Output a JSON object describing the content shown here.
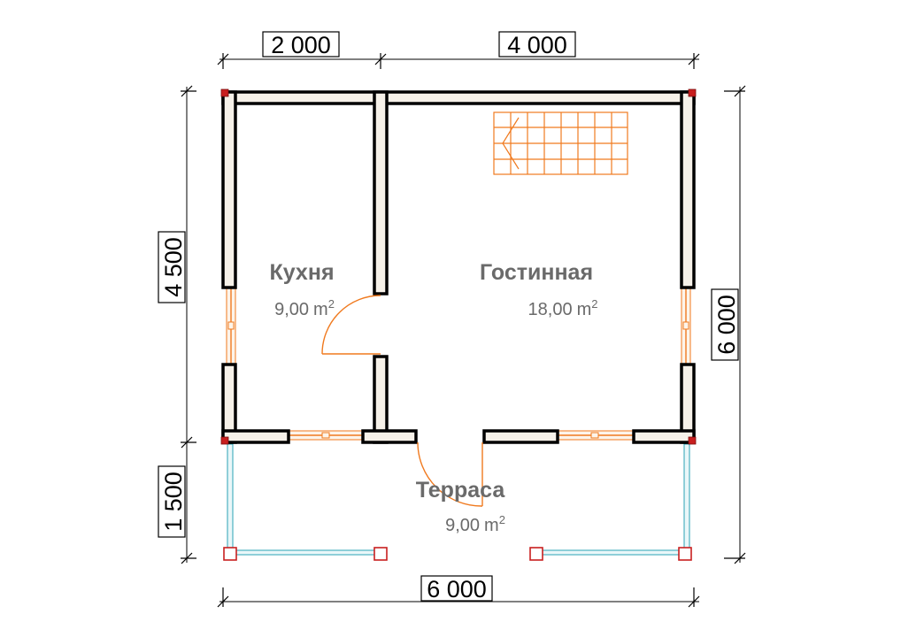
{
  "dimensions": {
    "top_left": "2 000",
    "top_right": "4 000",
    "bottom": "6 000",
    "left_upper": "4 500",
    "left_lower": "1 500",
    "right": "6 000"
  },
  "rooms": [
    {
      "name": "Кухня",
      "area": "9,00",
      "unit": "m",
      "sup": "2"
    },
    {
      "name": "Гостинная",
      "area": "18,00",
      "unit": "m",
      "sup": "2"
    },
    {
      "name": "Терраса",
      "area": "9,00",
      "unit": "m",
      "sup": "2"
    }
  ],
  "colors": {
    "wall_fill": "#f6f1e9",
    "door": "#f07a1f",
    "post": "#c81f1f",
    "railing": "#2ba3b5",
    "label": "#6a6a6a"
  }
}
